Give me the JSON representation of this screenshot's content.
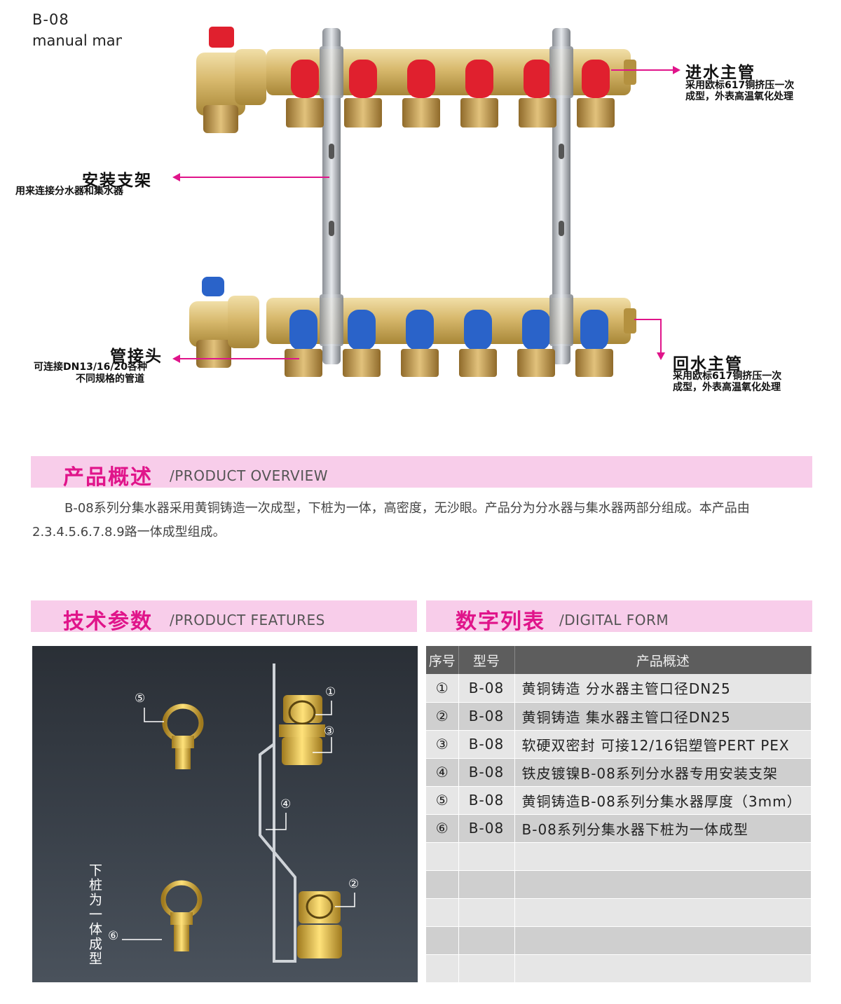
{
  "header": {
    "model": "B-08",
    "subtitle": "manual manifold"
  },
  "callouts": {
    "inlet": {
      "title": "进水主管",
      "line1": "采用欧标617铜挤压一次",
      "line2": "成型，外表高温氧化处理"
    },
    "bracket": {
      "title": "安装支架",
      "line1": "用来连接分水器和集水器"
    },
    "connector": {
      "title": "管接头",
      "line1": "可连接DN13/16/20各种",
      "line2": "不同规格的管道"
    },
    "return": {
      "title": "回水主管",
      "line1": "采用欧标617铜挤压一次",
      "line2": "成型，外表高温氧化处理"
    }
  },
  "overview": {
    "title_cn": "产品概述",
    "title_en": "/PRODUCT OVERVIEW",
    "text": "B-08系列分集水器采用黄铜铸造一次成型，下桩为一体，高密度，无沙眼。产品分为分水器与集水器两部分组成。本产品由2.3.4.5.6.7.8.9路一体成型组成。"
  },
  "features": {
    "title_cn": "技术参数",
    "title_en": "/PRODUCT FEATURES",
    "labels": {
      "n1": "①",
      "n2": "②",
      "n3": "③",
      "n4": "④",
      "n5": "⑤",
      "n6": "⑥",
      "vertical": "下桩为一体成型"
    }
  },
  "digital": {
    "title_cn": "数字列表",
    "title_en": "/DIGITAL FORM"
  },
  "table": {
    "headers": [
      "序号",
      "型号",
      "产品概述"
    ],
    "rows": [
      [
        "①",
        "B-08",
        "黄铜铸造 分水器主管口径DN25"
      ],
      [
        "②",
        "B-08",
        "黄铜铸造 集水器主管口径DN25"
      ],
      [
        "③",
        "B-08",
        "软硬双密封 可接12/16铝塑管PERT PEX"
      ],
      [
        "④",
        "B-08",
        "铁皮镀镍B-08系列分水器专用安装支架"
      ],
      [
        "⑤",
        "B-08",
        "黄铜铸造B-08系列分集水器厚度（3mm）"
      ],
      [
        "⑥",
        "B-08",
        "B-08系列分集水器下桩为一体成型"
      ],
      [
        "",
        "",
        ""
      ],
      [
        "",
        "",
        ""
      ],
      [
        "",
        "",
        ""
      ],
      [
        "",
        "",
        ""
      ],
      [
        "",
        "",
        ""
      ]
    ]
  },
  "colors": {
    "accent": "#e0148a",
    "band": "#f8cdea",
    "brass": "#d6b46a",
    "red_valve": "#e0202e",
    "blue_valve": "#2a63c9"
  }
}
